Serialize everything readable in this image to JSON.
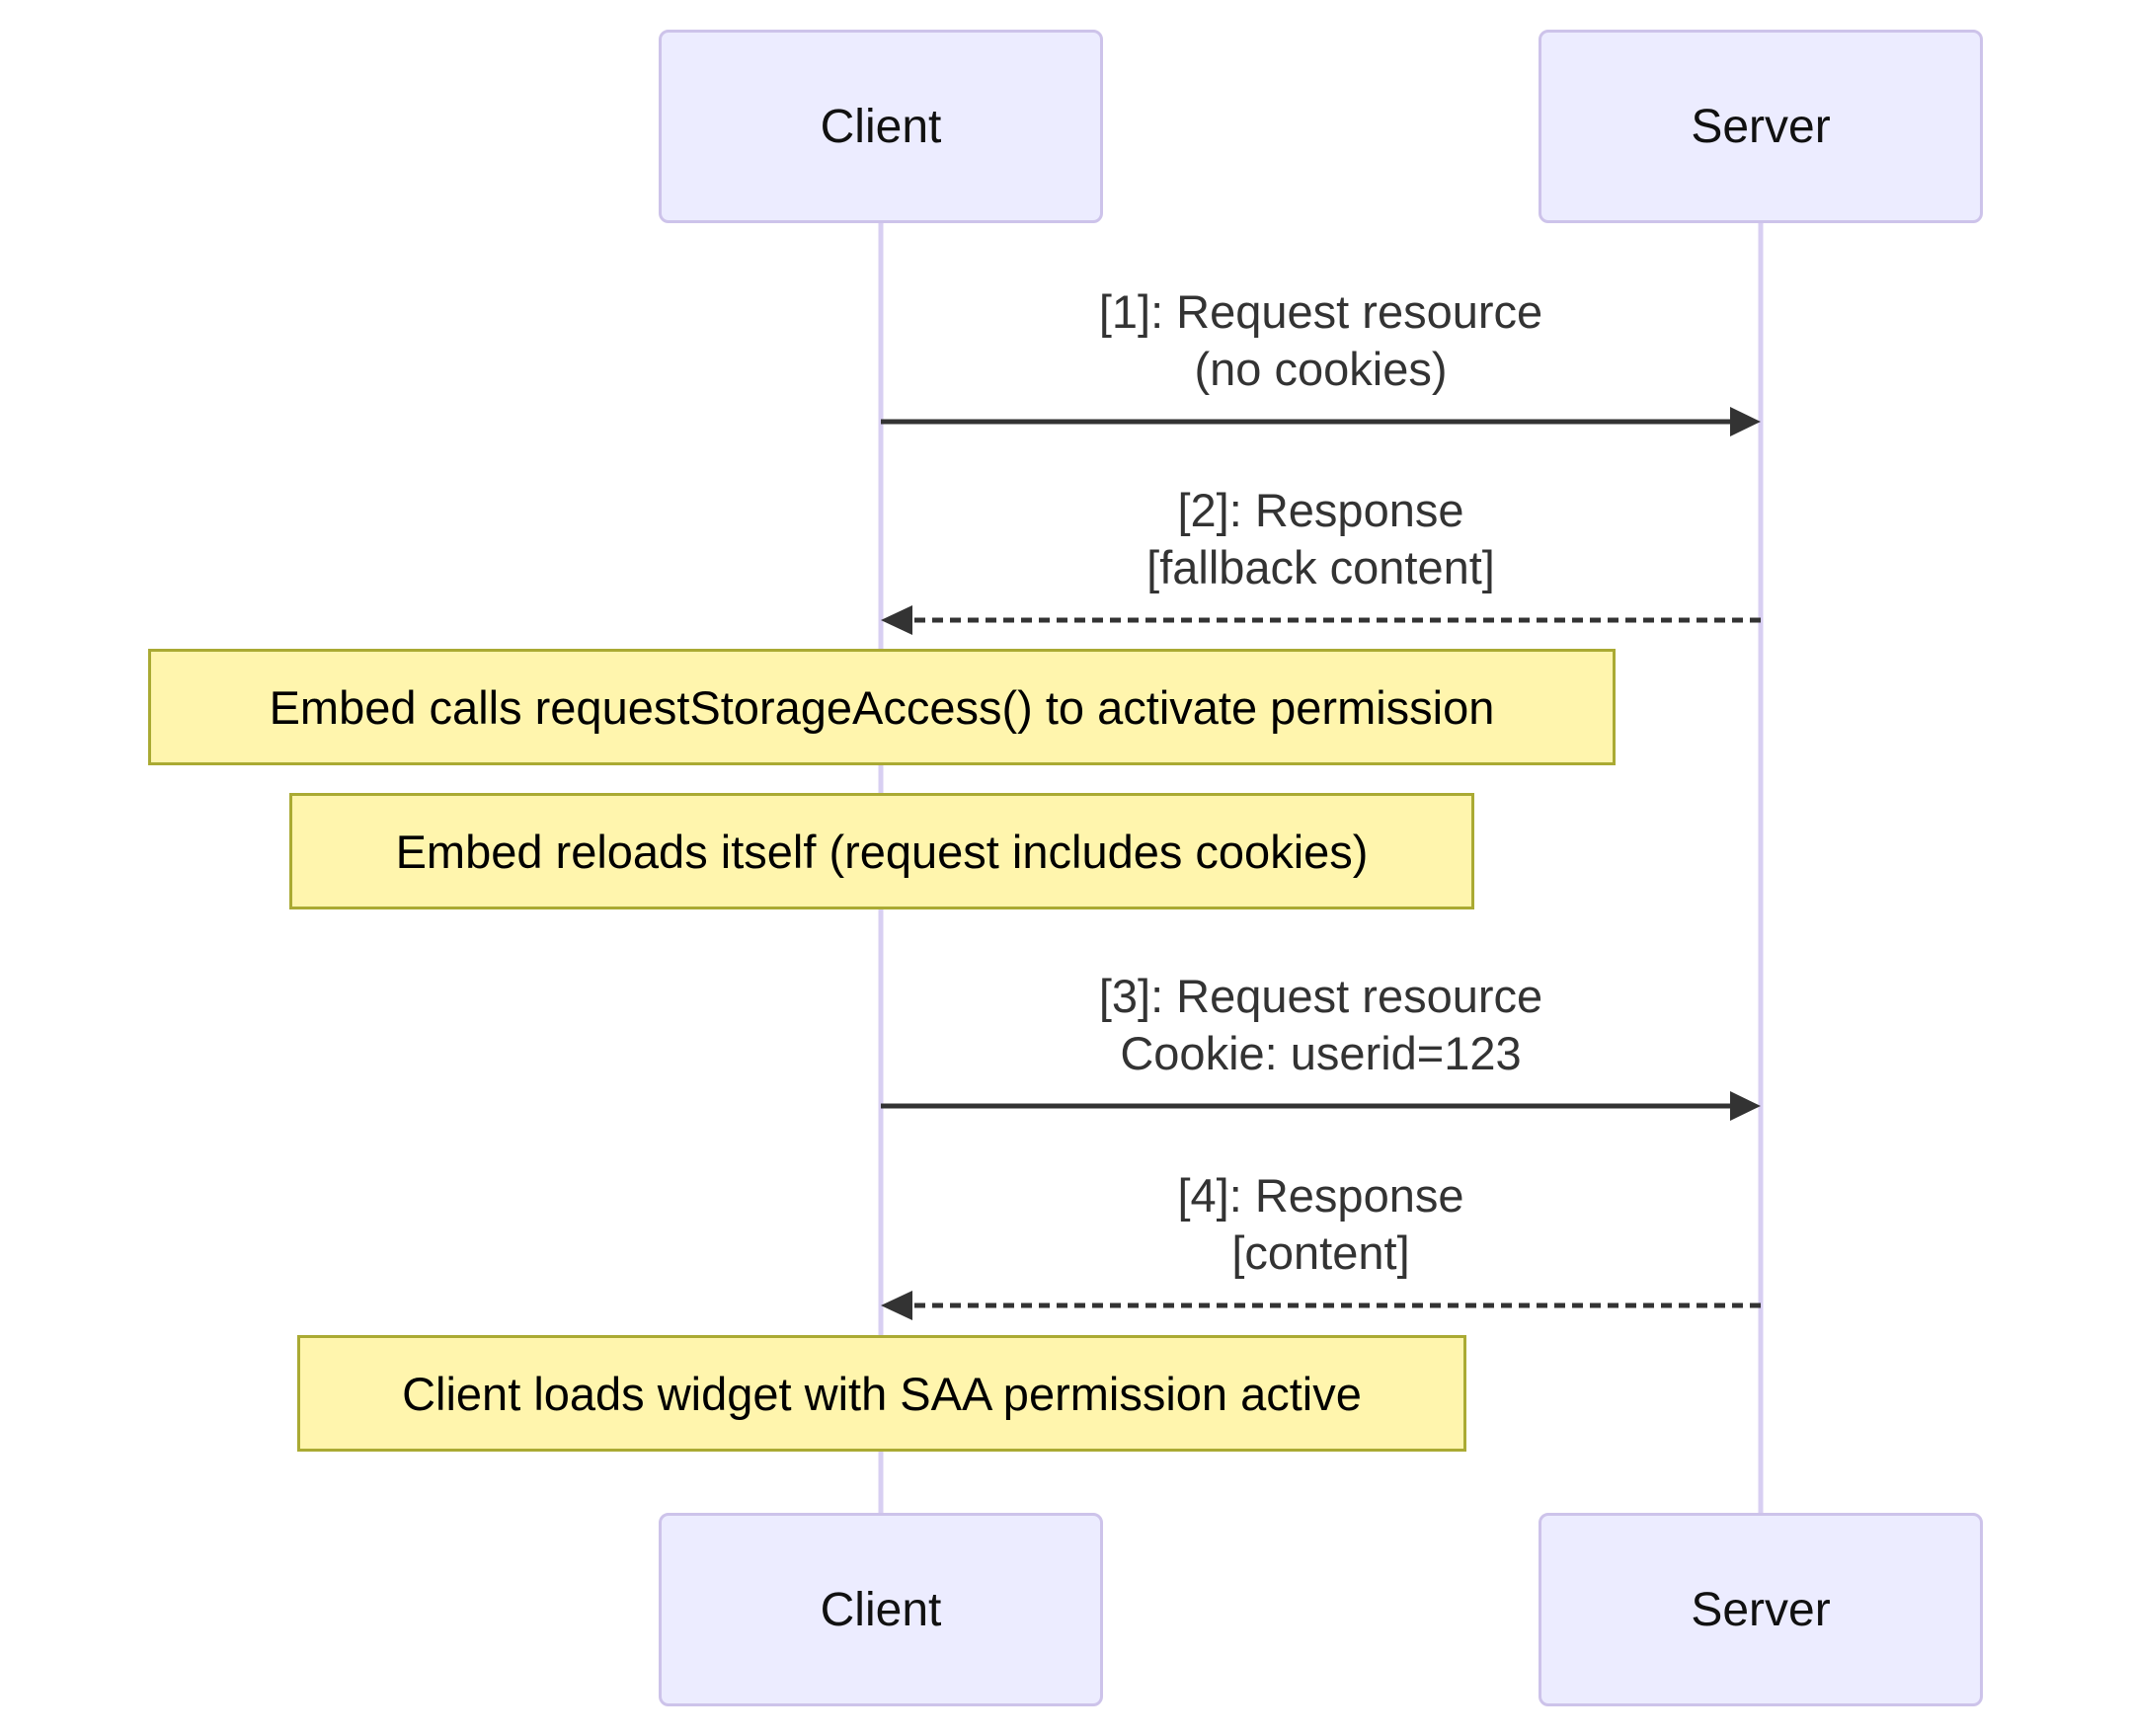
{
  "diagram": {
    "type": "sequence-diagram",
    "actors": [
      {
        "id": "client",
        "label": "Client"
      },
      {
        "id": "server",
        "label": "Server"
      }
    ],
    "messages": [
      {
        "from": "client",
        "to": "server",
        "line_style": "solid",
        "text": "[1]: Request resource\n(no cookies)"
      },
      {
        "from": "server",
        "to": "client",
        "line_style": "dashed",
        "text": "[2]: Response\n[fallback content]"
      },
      {
        "from": "client",
        "to": "server",
        "line_style": "solid",
        "text": "[3]: Request resource\nCookie: userid=123"
      },
      {
        "from": "server",
        "to": "client",
        "line_style": "dashed",
        "text": "[4]: Response\n[content]"
      }
    ],
    "notes": [
      {
        "text": "Embed calls requestStorageAccess() to activate permission"
      },
      {
        "text": "Embed reloads itself (request includes cookies)"
      },
      {
        "text": "Client loads widget with SAA permission active"
      }
    ],
    "colors": {
      "canvas_bg": "#ffffff",
      "actor_fill": "#ECECFF",
      "actor_border": "#CDC3EA",
      "actor_text": "#111111",
      "lifeline": "#D8CFF2",
      "note_fill": "#FFF5AD",
      "note_border": "#AAAA33",
      "note_text": "#000000",
      "message_line": "#333333",
      "message_text": "#333333"
    }
  }
}
